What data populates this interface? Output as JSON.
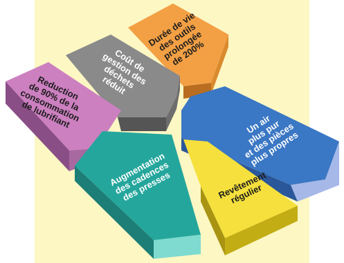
{
  "diagram": {
    "colors": {
      "backdrop": "#fdf7c4",
      "magenta": "#cc80c0",
      "grey": "#8a8a8a",
      "orange": "#f3a045",
      "blue": "#3a77c4",
      "teal": "#25a69c",
      "yellow": "#f5e03d"
    },
    "blocks": [
      {
        "id": "lubricant",
        "color": "magenta",
        "text_color": "#1c1c1c",
        "lines": [
          "Reduction",
          "de 90% de la",
          "consommation",
          "de lubrifiant"
        ]
      },
      {
        "id": "waste",
        "color": "grey",
        "text_color": "#ffffff",
        "lines": [
          "Coût de",
          "gestion des",
          "déchets",
          "réduit"
        ]
      },
      {
        "id": "tools",
        "color": "orange",
        "text_color": "#1c1c1c",
        "lines": [
          "Durée de vie",
          "des outils",
          "prolongée",
          "de 200%"
        ]
      },
      {
        "id": "air",
        "color": "blue",
        "text_color": "#ffffff",
        "lines": [
          "Un air",
          "plus pur",
          "et des pièces",
          "plus propres"
        ]
      },
      {
        "id": "presses",
        "color": "teal",
        "text_color": "#ffffff",
        "lines": [
          "Augmentation",
          "des cadences",
          "des presses"
        ]
      },
      {
        "id": "coating",
        "color": "yellow",
        "text_color": "#1c1c1c",
        "lines": [
          "Revêtement",
          "régulier"
        ]
      }
    ]
  }
}
